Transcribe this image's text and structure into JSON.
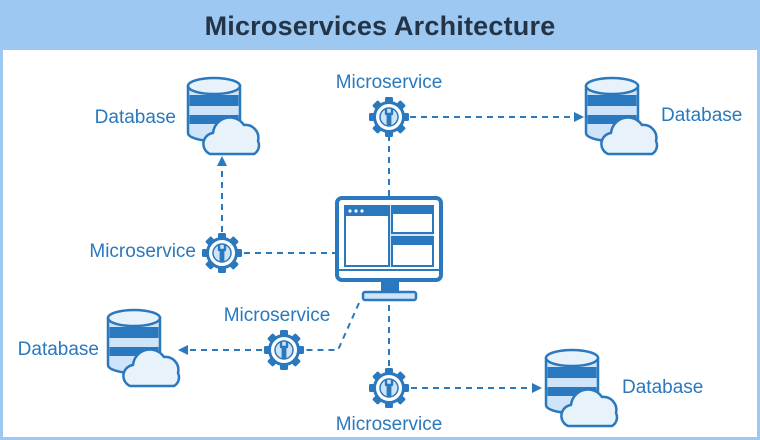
{
  "header": {
    "title": "Microservices Architecture"
  },
  "labels": {
    "microservice": "Microservice",
    "database": "Database"
  },
  "nodes": {
    "ms_top": "Microservice",
    "ms_left": "Microservice",
    "ms_lower": "Microservice",
    "ms_bottom": "Microservice",
    "db_top_left": "Database",
    "db_top_right": "Database",
    "db_bottom_left": "Database",
    "db_bottom_right": "Database"
  },
  "colors": {
    "header_bg": "#9cc8f2",
    "accent_blue": "#2a78bd",
    "light_blue": "#cfe4f8",
    "title_text": "#243447"
  },
  "icons": [
    "gear-wrench-icon",
    "database-cloud-icon",
    "computer-monitor-icon"
  ]
}
